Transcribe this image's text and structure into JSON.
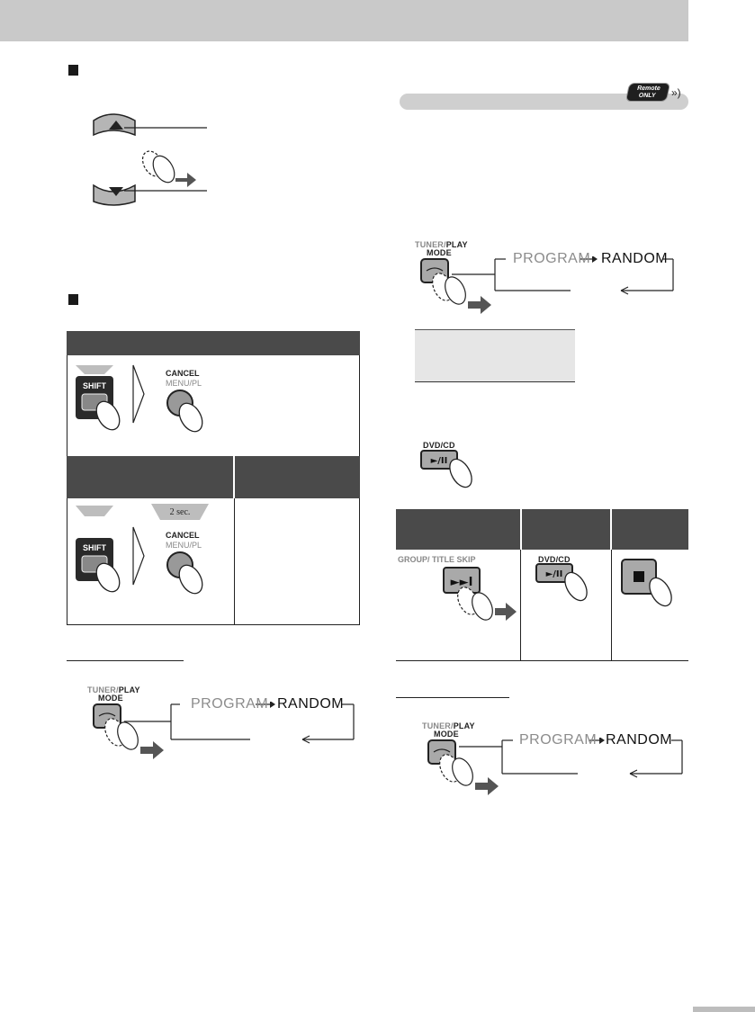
{
  "remote_badge": {
    "line1": "Remote",
    "line2": "ONLY"
  },
  "mode_diagrams": {
    "program": "PROGRAM",
    "random": "RANDOM"
  },
  "buttons": {
    "tuner": "TUNER/",
    "play": "PLAY",
    "mode": "MODE",
    "cancel": "CANCEL",
    "menu_pl": "MENU/PL",
    "shift": "SHIFT",
    "two_sec": "2 sec.",
    "dvd_cd": "DVD/CD",
    "play_pause": "►/II",
    "group_title_skip": "GROUP/ TITLE SKIP",
    "skip_symbol": "►►I",
    "stop_symbol": "■"
  },
  "icons": [
    "up-arrow-icon",
    "down-arrow-icon",
    "finger-icon",
    "double-arrow-icon",
    "stop-icon",
    "wave-icon"
  ]
}
